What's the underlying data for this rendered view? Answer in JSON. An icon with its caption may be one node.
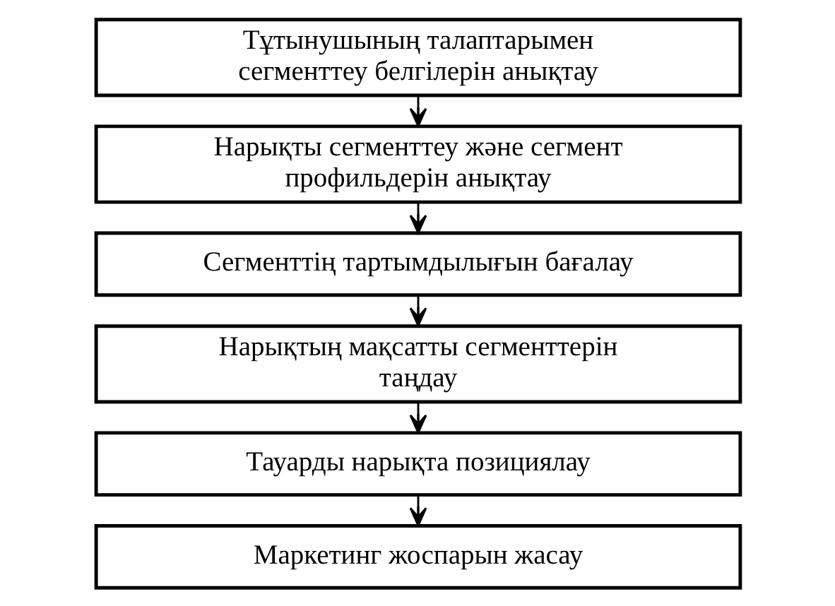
{
  "diagram": {
    "nodes": [
      {
        "text": [
          "Тұтынушының талаптарымен сегменттеу белгілерін анықтау"
        ]
      },
      {
        "text": [
          "Нарықты сегменттеу және сегмент профильдерін анықтау"
        ]
      },
      {
        "text": [
          "Сегменттің тартымдылығын бағалау"
        ]
      },
      {
        "text": [
          "Нарықтың мақсатты сегменттерін таңдау"
        ]
      },
      {
        "text": [
          "Тауарды нарықта позициялау"
        ]
      },
      {
        "text": [
          "Маркетинг жоспарын жасау"
        ]
      }
    ],
    "edges": [
      {
        "from": 0,
        "to": 1,
        "arrow": "to"
      },
      {
        "from": 1,
        "to": 2,
        "arrow": "to"
      },
      {
        "from": 2,
        "to": 3,
        "arrow": "to"
      },
      {
        "from": 3,
        "to": 4,
        "arrow": "to"
      },
      {
        "from": 4,
        "to": 5,
        "arrow": "to"
      }
    ]
  }
}
